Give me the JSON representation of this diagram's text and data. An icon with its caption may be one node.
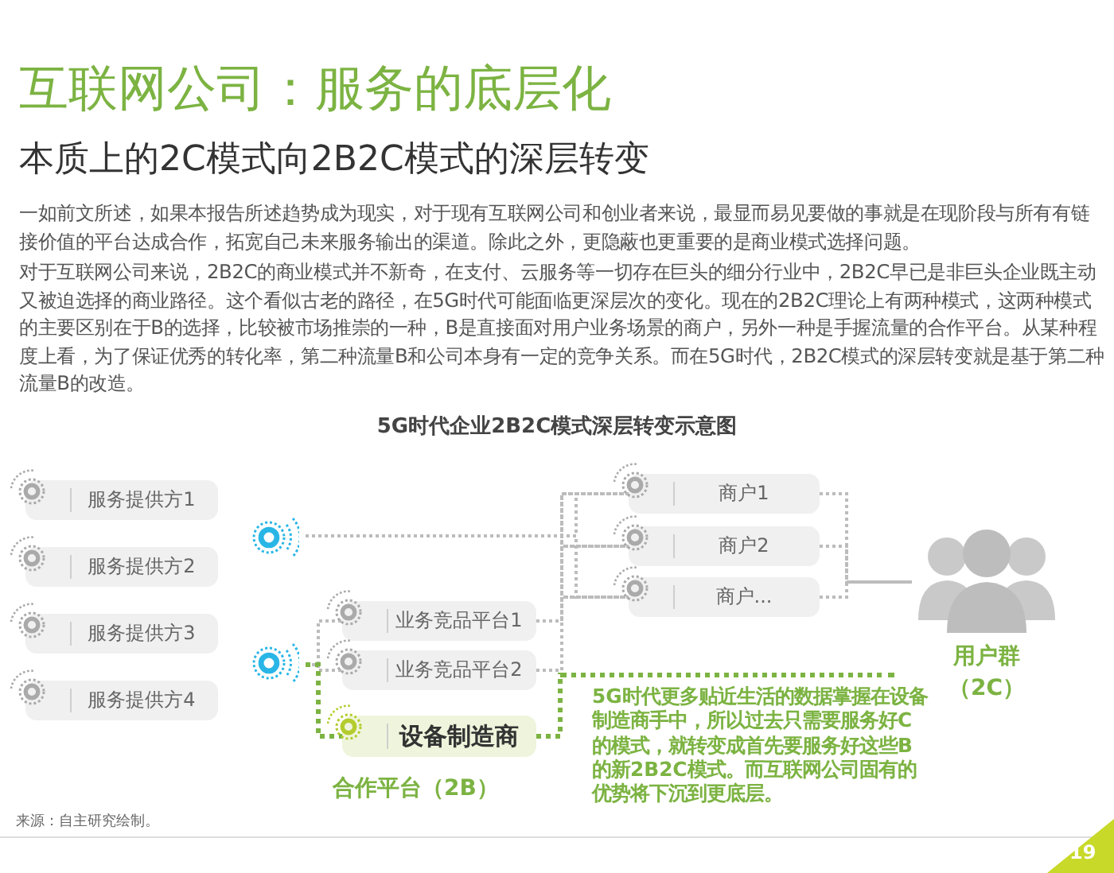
{
  "diagram": {
    "title": "互联网公司：服务的底层化",
    "nodes": [
      {
        "text": [
          "服务提供方1"
        ]
      },
      {
        "text": [
          "服务提供方2"
        ]
      },
      {
        "text": [
          "服务提供方3"
        ]
      },
      {
        "text": [
          "服务提供方4"
        ]
      },
      {
        "text": [],
        "shape": "circle"
      },
      {
        "text": [],
        "shape": "circle"
      },
      {
        "text": [
          "商户1"
        ]
      },
      {
        "text": [
          "商户2"
        ]
      },
      {
        "text": [
          "商户..."
        ]
      },
      {
        "text": [],
        "shape": "person",
        "beside": [
          "用户群",
          "（2C）"
        ]
      },
      {
        "text": [
          "业务竞品平台1"
        ]
      },
      {
        "text": [
          "业务竞品平台2"
        ]
      },
      {
        "text": [
          "设备制造商"
        ]
      },
      {
        "text": [
          "5G时代更多贴近生活的数据掌握在设备制造商手中，所以过去只需要服务好C的模式，就转变成首先要服务好这些B的新2B2C模式。而互联网公司固有的优势将下沉到更底层。"
        ]
      }
    ],
    "edges": [
      {
        "from": 4,
        "to": 6,
        "arrow": "none"
      },
      {
        "from": 4,
        "to": 7,
        "arrow": "none"
      },
      {
        "from": 4,
        "to": 8,
        "arrow": "none"
      },
      {
        "from": 10,
        "to": 6,
        "arrow": "none"
      },
      {
        "from": 10,
        "to": 7,
        "arrow": "none"
      },
      {
        "from": 10,
        "to": 8,
        "arrow": "none"
      },
      {
        "from": 11,
        "to": 6,
        "arrow": "none"
      },
      {
        "from": 11,
        "to": 7,
        "arrow": "none"
      },
      {
        "from": 11,
        "to": 8,
        "arrow": "none"
      },
      {
        "from": 5,
        "to": 10,
        "arrow": "none"
      },
      {
        "from": 5,
        "to": 11,
        "arrow": "none"
      },
      {
        "from": 5,
        "to": 12,
        "arrow": "none",
        "style": "dashed",
        "color": "#7cb342"
      },
      {
        "from": 12,
        "to": 13,
        "arrow": "none",
        "style": "dashed",
        "color": "#7cb342"
      },
      {
        "from": 6,
        "to": 9,
        "arrow": "none"
      },
      {
        "from": 7,
        "to": 9,
        "arrow": "none"
      },
      {
        "from": 8,
        "to": 9,
        "arrow": "none"
      }
    ],
    "labels": [
      "本质上的2C模式向2B2C模式的深层转变",
      "一如前文所述，如果本报告所述趋势成为现实，对于现有互联网公司和创业者来说，最显而易见要做的事就是在现阶段与所有有链接价值的平台达成合作，拓宽自己未来服务输出的渠道。除此之外，更隐蔽也更重要的是商业模式选择问题。",
      "对于互联网公司来说，2B2C的商业模式并不新奇，在支付、云服务等一切存在巨头的细分行业中，2B2C早已是非巨头企业既主动又被迫选择的商业路径。这个看似古老的路径，在5G时代可能面临更深层次的变化。现在的2B2C理论上有两种模式，这两种模式的主要区别在于B的选择，比较被市场推崇的一种，B是直接面对用户业务场景的商户，另外一种是手握流量的合作平台。从某种程度上看，为了保证优秀的转化率，第二种流量B和公司本身有一定的竞争关系。而在5G时代，2B2C模式的深层转变就是基于第二种流量B的改造。",
      "5G时代企业2B2C模式深层转变示意图",
      "合作平台（2B）",
      "来源：自主研究绘制。",
      "19"
    ]
  }
}
